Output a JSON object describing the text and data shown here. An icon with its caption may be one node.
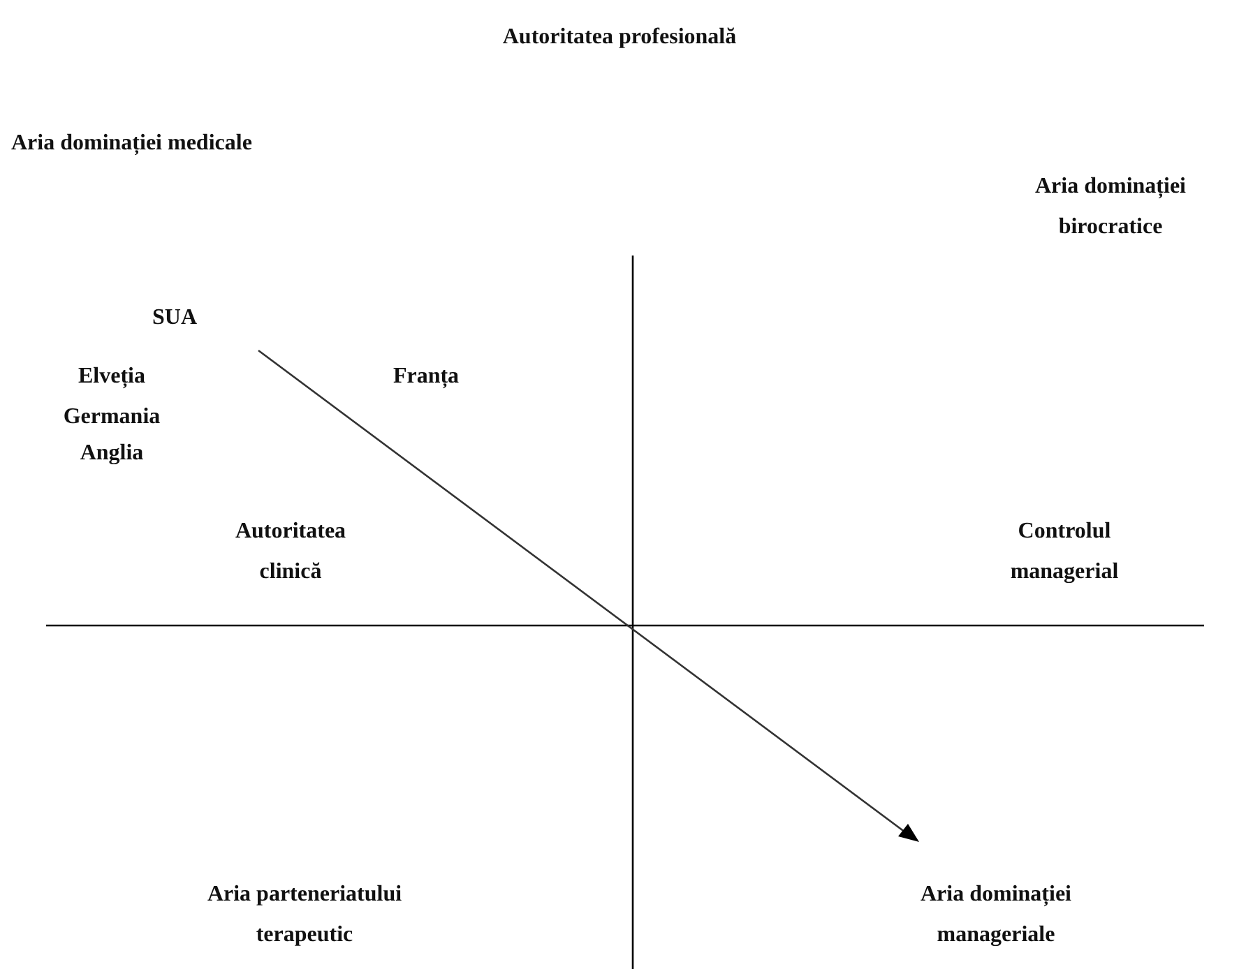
{
  "diagram": {
    "title": "Autoritatea profesională",
    "labels": [
      "Aria dominației medicale",
      "Aria dominației birocratice",
      "SUA",
      "Elveția",
      "Franța",
      "Germania",
      "Anglia",
      "Autoritatea clinică",
      "Controlul managerial",
      "Aria parteneriatului terapeutic",
      "Aria dominației manageriale"
    ]
  }
}
